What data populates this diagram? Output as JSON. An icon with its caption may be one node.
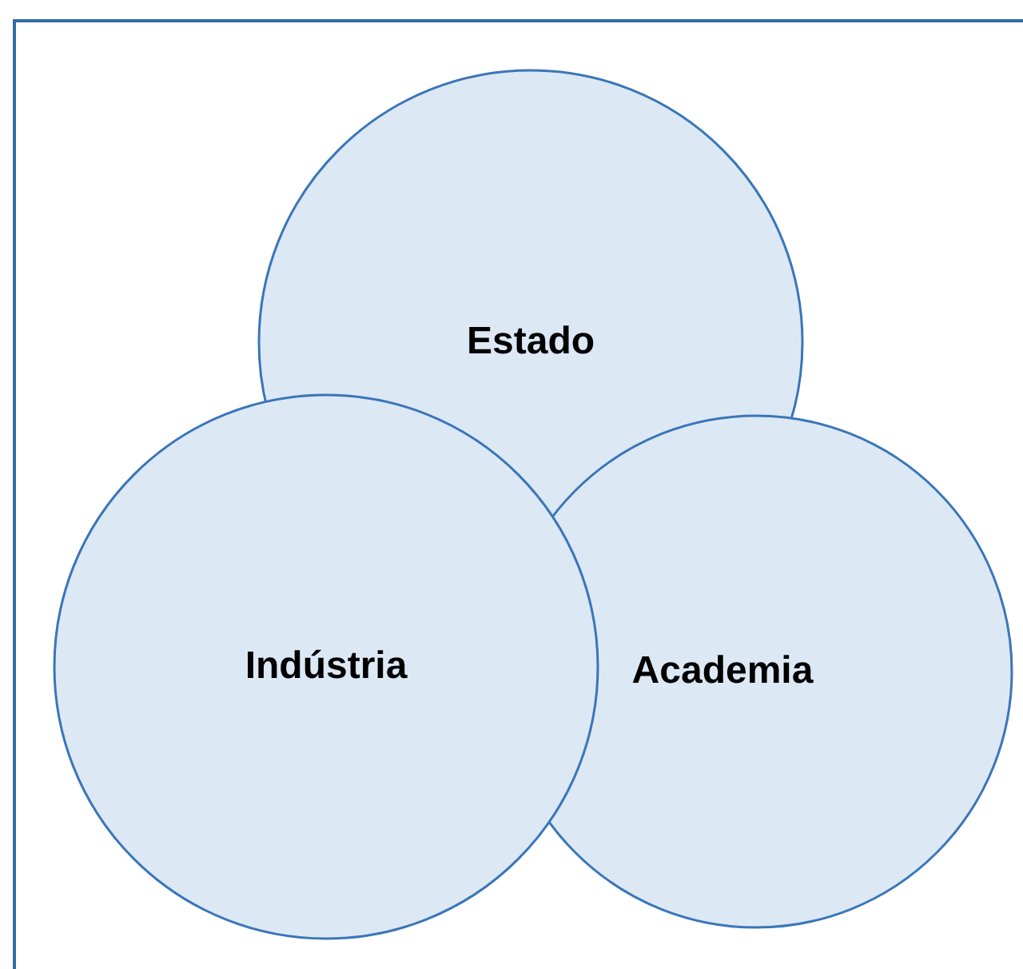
{
  "diagram": {
    "nodes": [
      {
        "text": [],
        "shape": "box"
      },
      {
        "text": [
          "Estado"
        ],
        "in": 0
      },
      {
        "text": [
          "Indústria"
        ],
        "in": 0
      },
      {
        "text": [
          "Academia"
        ],
        "in": 0
      }
    ]
  }
}
